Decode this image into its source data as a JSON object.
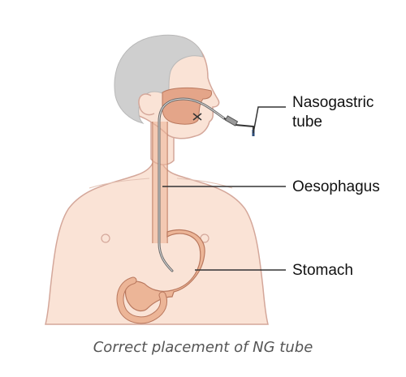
{
  "labels": {
    "nasogastric_line1": "Nasogastric",
    "nasogastric_line2": "tube",
    "oesophagus": "Oesophagus",
    "stomach": "Stomach"
  },
  "caption": "Correct placement of NG tube",
  "colors": {
    "skin": "#fae3d6",
    "skin_outline": "#d4a79a",
    "hair": "#cfcfcf",
    "mouth_cavity": "#e4a589",
    "organ": "#ecb597",
    "organ_outline": "#b9785e",
    "tube": "#6a6a6a",
    "tube_tip": "#2d4d7a",
    "leader": "#333333"
  }
}
